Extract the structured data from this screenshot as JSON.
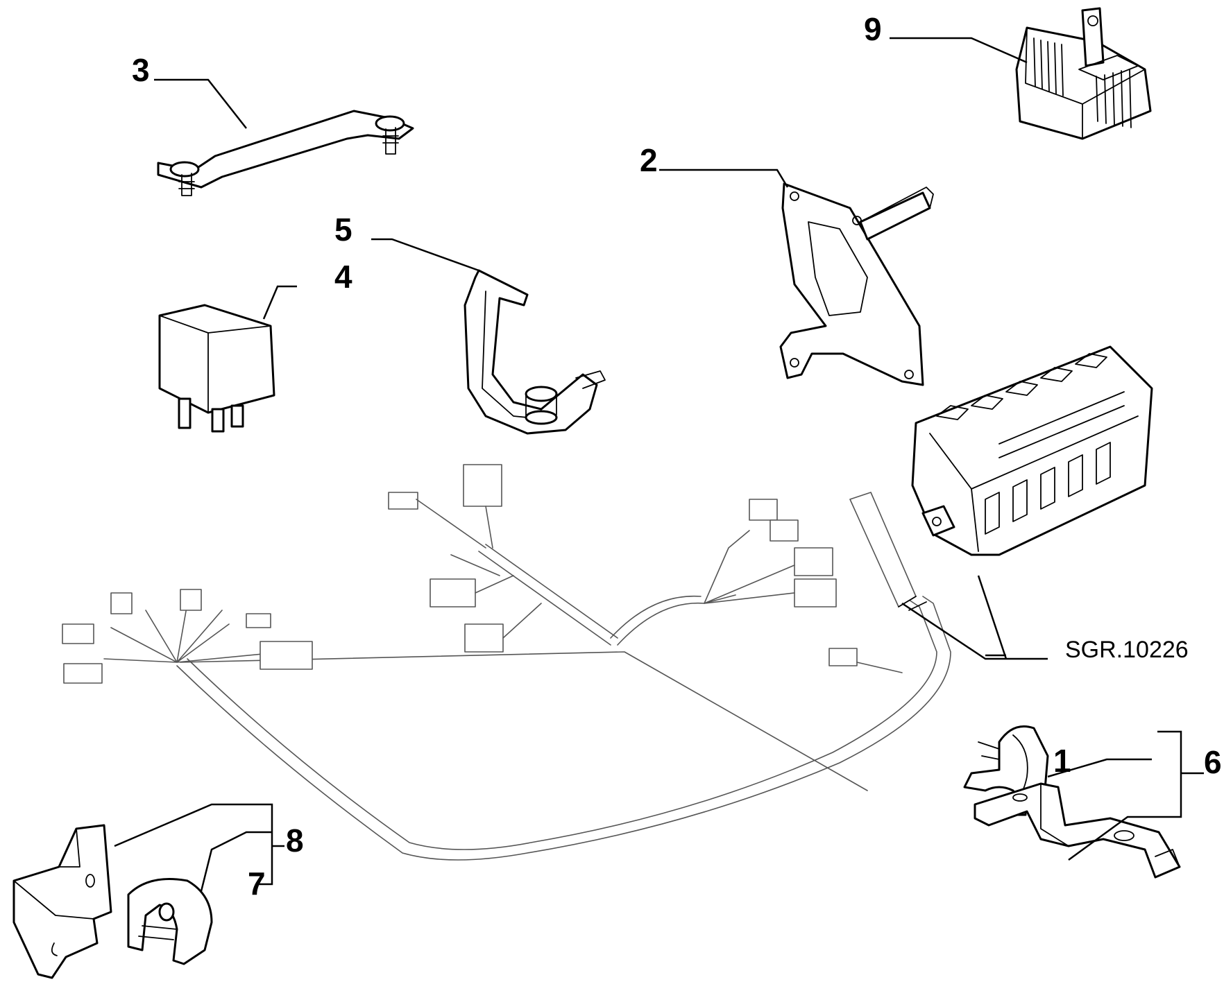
{
  "diagram": {
    "reference_code": "SGR.10226",
    "callouts": [
      {
        "id": "c1",
        "label": "1"
      },
      {
        "id": "c2",
        "label": "2"
      },
      {
        "id": "c3",
        "label": "3"
      },
      {
        "id": "c4",
        "label": "4"
      },
      {
        "id": "c5",
        "label": "5"
      },
      {
        "id": "c6",
        "label": "6"
      },
      {
        "id": "c7",
        "label": "7"
      },
      {
        "id": "c8",
        "label": "8"
      },
      {
        "id": "c9",
        "label": "9"
      }
    ]
  }
}
